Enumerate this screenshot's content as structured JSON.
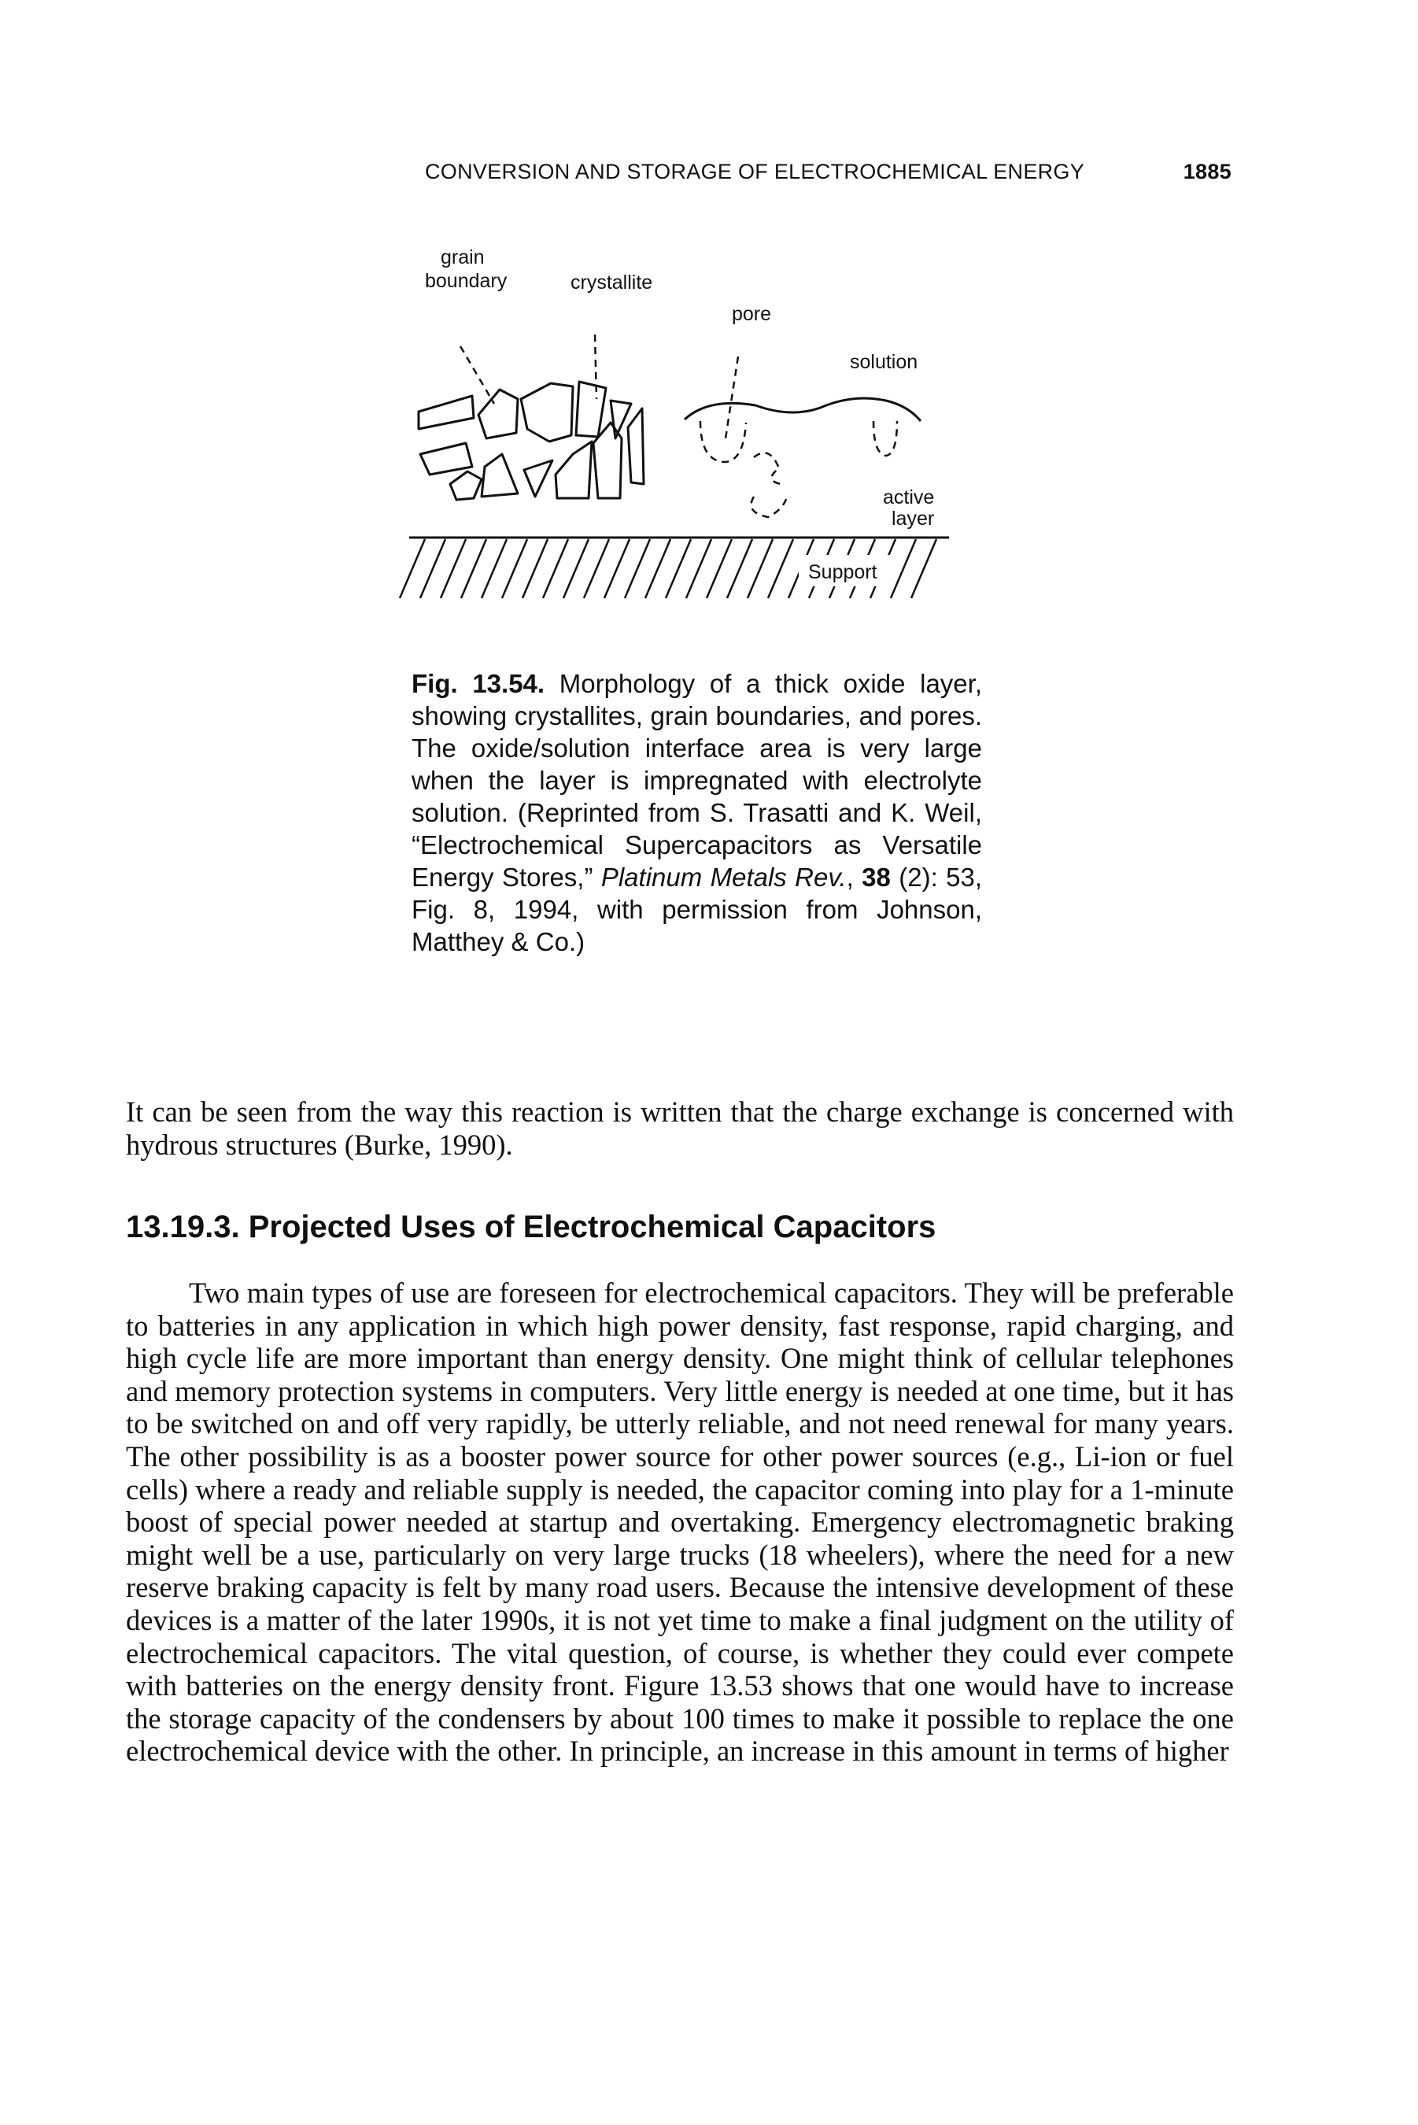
{
  "header": {
    "running_title": "CONVERSION AND STORAGE OF ELECTROCHEMICAL ENERGY",
    "page_number": "1885"
  },
  "figure": {
    "labels": {
      "grain_boundary_line1": "grain",
      "grain_boundary_line2": "boundary",
      "crystallite": "crystallite",
      "pore": "pore",
      "solution": "solution",
      "active_line1": "active",
      "active_line2": "layer",
      "support": "Support"
    }
  },
  "caption": {
    "label": "Fig. 13.54.",
    "text_pre": " Morphology of a thick oxide layer, showing crystallites, grain boundaries, and pores. The oxide/solution interface area is very large when the layer is impregnated with electrolyte solution. (Reprinted from S. Trasatti and K. Weil, “Electrochemical Supercapacitors as Versatile Energy Stores,” ",
    "journal": "Platinum Metals Rev.",
    "text_sep": ", ",
    "volume": "38",
    "text_post": " (2): 53, Fig. 8, 1994, with permission from Johnson, Matthey & Co.)"
  },
  "paragraph1": "It can be seen from the way this reaction is written that the charge exchange is concerned with hydrous structures (Burke, 1990).",
  "section": {
    "number": "13.19.3.",
    "title": "Projected Uses of Electrochemical Capacitors"
  },
  "paragraph2": "Two main types of use are foreseen for electrochemical capacitors. They will be preferable to batteries in any application in which high power density, fast response, rapid charging, and high cycle life are more important than energy density. One might think of cellular telephones and memory protection systems in computers. Very little energy is needed at one time, but it has to be switched on and off very rapidly, be utterly reliable, and not need renewal for many years. The other possibility is as a booster power source for other power sources (e.g., Li-ion or fuel cells) where a ready and reliable supply is needed, the capacitor coming into play for a 1-minute boost of special power needed at startup and overtaking. Emergency electromagnetic braking might well be a use, particularly on very large trucks (18 wheelers), where the need for a new reserve braking capacity is felt by many road users. Because the intensive development of these devices is a matter of the later 1990s, it is not yet time to make a final judgment on the utility of electrochemical capacitors. The vital question, of course, is whether they could ever compete with batteries on the energy density front. Figure 13.53 shows that one would have to increase the storage capacity of the condensers by about 100 times to make it possible to replace the one electrochemical device with the other. In principle, an increase in this amount in terms of higher"
}
